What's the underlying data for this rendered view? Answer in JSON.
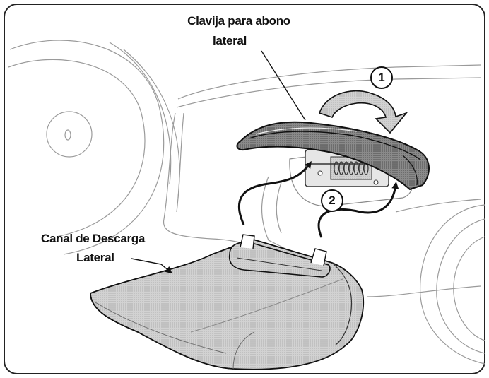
{
  "labels": {
    "top_line1": "Clavija para abono",
    "top_line2": "lateral",
    "left_line1": "Canal de Descarga",
    "left_line2": "Lateral"
  },
  "steps": {
    "one": "1",
    "two": "2"
  },
  "colors": {
    "outline": "#111111",
    "body_fill": "#cfcfcf",
    "part_fill": "#b8b8b8",
    "dark_part": "#555555",
    "background": "#ffffff"
  }
}
